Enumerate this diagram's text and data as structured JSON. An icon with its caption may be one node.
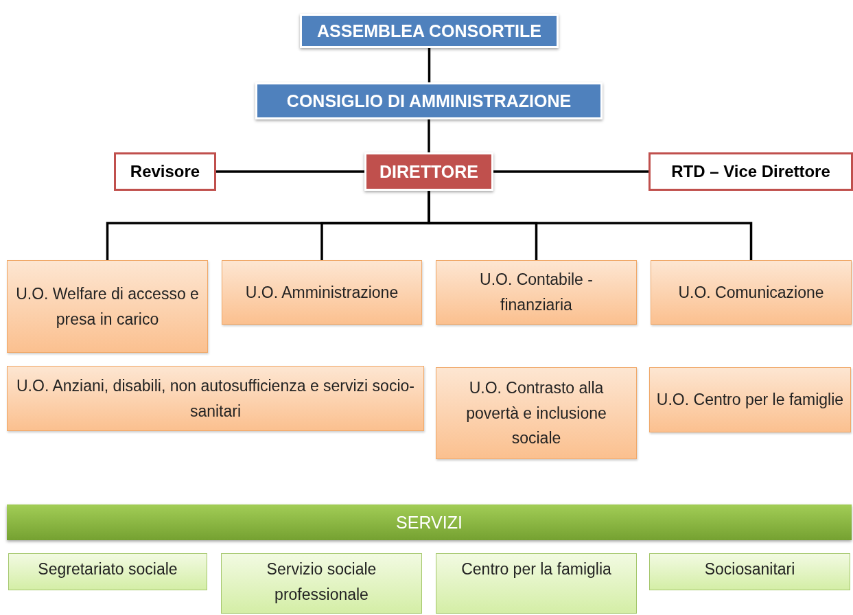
{
  "diagram": {
    "nodes": [
      {
        "text": [
          "ASSEMBLEA CONSORTILE"
        ]
      },
      {
        "text": [
          "CONSIGLIO DI AMMINISTRAZIONE"
        ]
      },
      {
        "text": [
          "Revisore"
        ]
      },
      {
        "text": [
          "DIRETTORE"
        ]
      },
      {
        "text": [
          "RTD – Vice Direttore"
        ]
      },
      {
        "text": [
          "U.O. Welfare di accesso e presa in carico"
        ]
      },
      {
        "text": [
          "U.O. Amministrazione"
        ]
      },
      {
        "text": [
          "U.O. Contabile - finanziaria"
        ]
      },
      {
        "text": [
          "U.O. Comunicazione"
        ]
      },
      {
        "text": [
          "U.O. Anziani, disabili, non autosufficienza e servizi socio-sanitari"
        ]
      },
      {
        "text": [
          "U.O. Contrasto alla povertà e inclusione sociale"
        ]
      },
      {
        "text": [
          "U.O. Centro per le famiglie"
        ]
      },
      {
        "text": [
          "SERVIZI"
        ]
      },
      {
        "text": [
          "Segretariato sociale"
        ]
      },
      {
        "text": [
          "Servizio sociale professionale"
        ]
      },
      {
        "text": [
          "Centro per la famiglia"
        ]
      },
      {
        "text": [
          "Sociosanitari"
        ]
      }
    ],
    "edges": [
      {
        "from": 0,
        "to": 1,
        "arrow": "none"
      },
      {
        "from": 1,
        "to": 3,
        "arrow": "none"
      },
      {
        "from": 3,
        "to": 2,
        "arrow": "none"
      },
      {
        "from": 3,
        "to": 4,
        "arrow": "none"
      },
      {
        "from": 3,
        "to": 5,
        "arrow": "none"
      },
      {
        "from": 3,
        "to": 6,
        "arrow": "none"
      },
      {
        "from": 3,
        "to": 7,
        "arrow": "none"
      },
      {
        "from": 3,
        "to": 8,
        "arrow": "none"
      }
    ]
  }
}
